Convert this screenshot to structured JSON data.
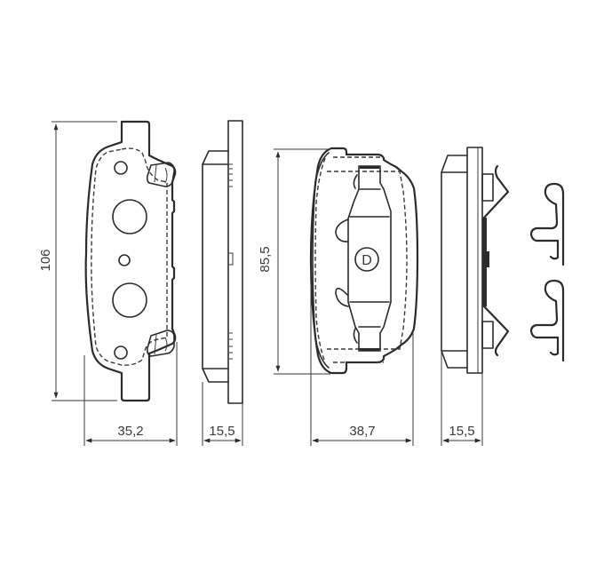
{
  "drawing": {
    "title": "Brake pad set technical drawing",
    "line_color": "#2b2b2b",
    "background": "#ffffff",
    "views": [
      {
        "id": "pad-1-front",
        "description": "Inner brake pad front view with two mounting holes and clip tabs"
      },
      {
        "id": "pad-1-side",
        "description": "Inner brake pad side profile"
      },
      {
        "id": "pad-2-front",
        "description": "Outer brake pad front view with wear indicator marked D"
      },
      {
        "id": "pad-2-side",
        "description": "Outer brake pad side profile with spring clip"
      },
      {
        "id": "clips",
        "description": "Two spare retaining spring clips"
      }
    ],
    "dimensions": {
      "pad1_height": "106",
      "pad1_width": "35,2",
      "pad1_thickness": "15,5",
      "pad2_height": "85,5",
      "pad2_width": "38,7",
      "pad2_thickness": "15,5"
    },
    "marking": "D"
  }
}
